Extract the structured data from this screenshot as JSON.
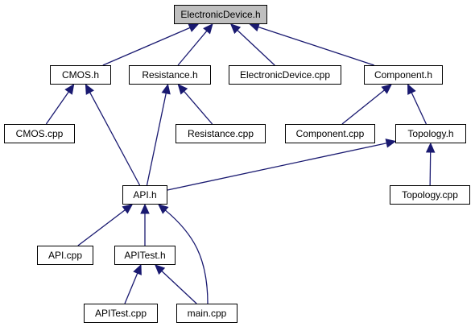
{
  "colors": {
    "edge": "#191970",
    "root_fill": "#bfbfbf",
    "node_fill": "#ffffff",
    "border": "#000000"
  },
  "nodes": {
    "electronicdevice_h": "ElectronicDevice.h",
    "cmos_h": "CMOS.h",
    "resistance_h": "Resistance.h",
    "electronicdevice_cpp": "ElectronicDevice.cpp",
    "component_h": "Component.h",
    "cmos_cpp": "CMOS.cpp",
    "resistance_cpp": "Resistance.cpp",
    "component_cpp": "Component.cpp",
    "topology_h": "Topology.h",
    "api_h": "API.h",
    "topology_cpp": "Topology.cpp",
    "api_cpp": "API.cpp",
    "apitest_h": "APITest.h",
    "apitest_cpp": "APITest.cpp",
    "main_cpp": "main.cpp"
  },
  "edges": [
    {
      "from": "cmos_h",
      "to": "electronicdevice_h"
    },
    {
      "from": "resistance_h",
      "to": "electronicdevice_h"
    },
    {
      "from": "electronicdevice_cpp",
      "to": "electronicdevice_h"
    },
    {
      "from": "component_h",
      "to": "electronicdevice_h"
    },
    {
      "from": "cmos_cpp",
      "to": "cmos_h"
    },
    {
      "from": "api_h",
      "to": "cmos_h"
    },
    {
      "from": "resistance_cpp",
      "to": "resistance_h"
    },
    {
      "from": "api_h",
      "to": "resistance_h"
    },
    {
      "from": "component_cpp",
      "to": "component_h"
    },
    {
      "from": "topology_h",
      "to": "component_h"
    },
    {
      "from": "api_h",
      "to": "topology_h"
    },
    {
      "from": "topology_cpp",
      "to": "topology_h"
    },
    {
      "from": "api_cpp",
      "to": "api_h"
    },
    {
      "from": "apitest_h",
      "to": "api_h"
    },
    {
      "from": "main_cpp",
      "to": "api_h"
    },
    {
      "from": "apitest_cpp",
      "to": "apitest_h"
    },
    {
      "from": "main_cpp",
      "to": "apitest_h"
    }
  ]
}
